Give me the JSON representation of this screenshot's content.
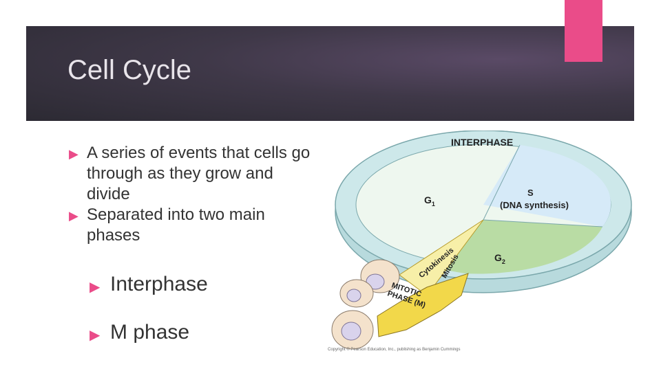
{
  "slide": {
    "title": "Cell Cycle",
    "bullets": [
      {
        "text": "A series of events that cells go through as they grow and divide"
      },
      {
        "text": "Separated into two main phases"
      }
    ],
    "sub_bullets": [
      {
        "text": "Interphase"
      },
      {
        "text": "M phase"
      }
    ]
  },
  "diagram": {
    "interphase_label": "INTERPHASE",
    "g1_label": "G",
    "g1_sub": "1",
    "s_label": "S",
    "s_desc": "(DNA synthesis)",
    "g2_label": "G",
    "g2_sub": "2",
    "cytokinesis_label": "Cytokinesis",
    "mitosis_label": "Mitosis",
    "mitotic_label_1": "MITOTIC",
    "mitotic_label_2": "PHASE (M)",
    "credit": "Copyright © Pearson Education, Inc., publishing as Benjamin Cummings"
  },
  "colors": {
    "accent": "#ea4c89",
    "title_band": "#3f3848",
    "g1_fill": "#eef7ef",
    "s_fill": "#d6eaf8",
    "g2_fill": "#b9dca4",
    "ring_fill": "#cde8ea",
    "mitotic_fill": "#f7efa8"
  }
}
